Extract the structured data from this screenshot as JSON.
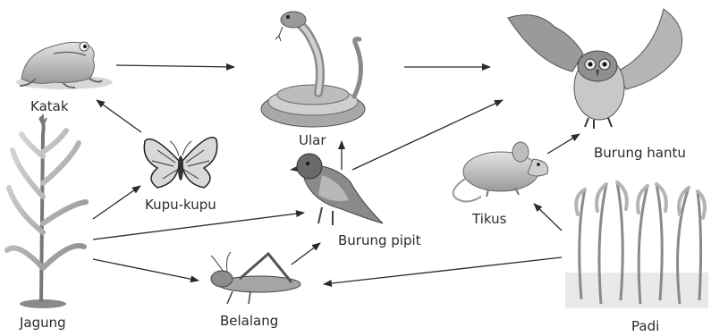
{
  "diagram": {
    "organisms": {
      "katak": "Katak",
      "ular": "Ular",
      "burung_hantu": "Burung hantu",
      "jagung": "Jagung",
      "kupu_kupu": "Kupu-kupu",
      "burung_pipit": "Burung pipit",
      "tikus": "Tikus",
      "belalang": "Belalang",
      "padi": "Padi"
    },
    "icons": [
      "frog-icon",
      "snake-icon",
      "owl-icon",
      "corn-plant-icon",
      "butterfly-icon",
      "sparrow-icon",
      "mouse-icon",
      "grasshopper-icon",
      "rice-plant-icon"
    ],
    "colors": {
      "line": "#2a2a2a",
      "text": "#2a2a2a"
    }
  }
}
